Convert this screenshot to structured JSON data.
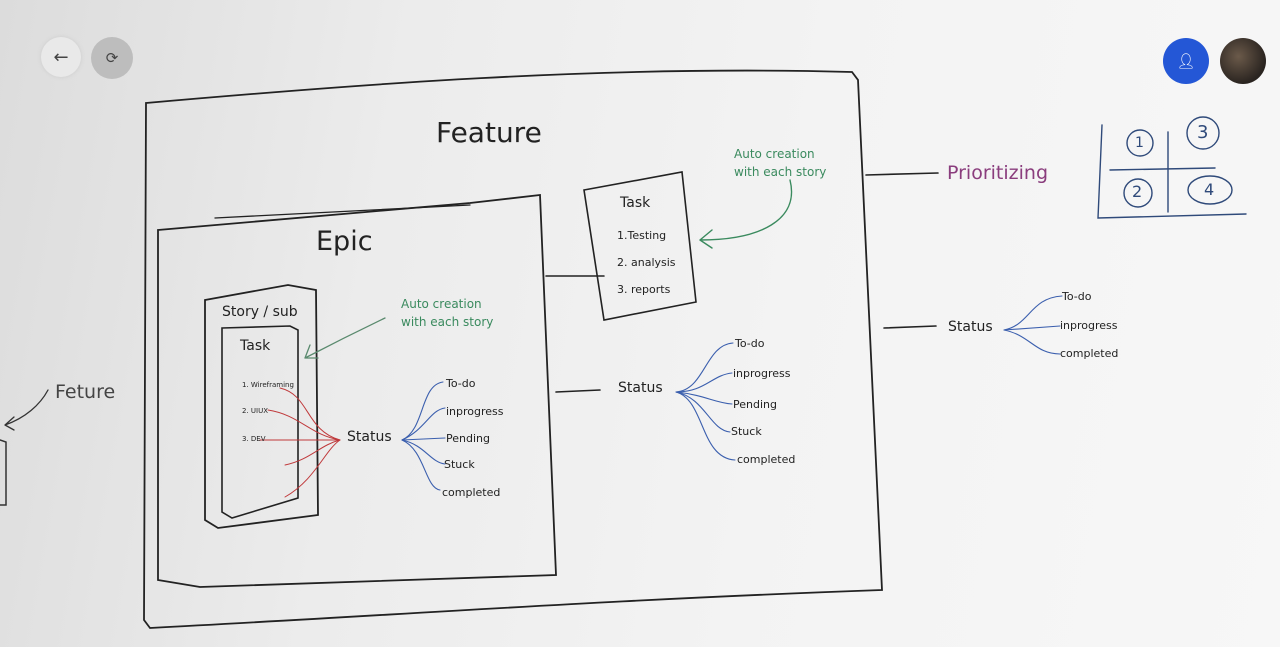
{
  "toolbar": {
    "back_icon": "arrow-left-icon",
    "sync_icon": "sync-icon",
    "share_icon": "add-user-icon",
    "avatar": "user-avatar"
  },
  "colors": {
    "share_button": "#2457d6",
    "status_branch": "#3b5fae",
    "task_links": "#c0393b",
    "annotation": "#3a8a5e",
    "prioritizing": "#8a3d7d"
  },
  "diagram": {
    "feature_title": "Feature",
    "epic_title": "Epic",
    "story_title": "Story / sub",
    "story_task_title": "Task",
    "story_tasks": [
      "1. Wireframing",
      "2. UIUX",
      "3. DEV"
    ],
    "auto_creation_1": [
      "Auto creation",
      "with each story"
    ],
    "auto_creation_2": [
      "Auto creation",
      "with each story"
    ],
    "feature_task_title": "Task",
    "feature_tasks": [
      "1.Testing",
      "2. analysis",
      "3. reports"
    ],
    "epic_status": {
      "label": "Status",
      "items": [
        "To-do",
        "inprogress",
        "Pending",
        "Stuck",
        "completed"
      ]
    },
    "feature_status": {
      "label": "Status",
      "items": [
        "To-do",
        "inprogress",
        "Pending",
        "Stuck",
        "completed"
      ]
    },
    "outer_status": {
      "label": "Status",
      "items": [
        "To-do",
        "inprogress",
        "completed"
      ]
    },
    "prioritizing": "Prioritizing",
    "matrix": [
      "1",
      "3",
      "2",
      "4"
    ],
    "left_label": "Feture"
  }
}
